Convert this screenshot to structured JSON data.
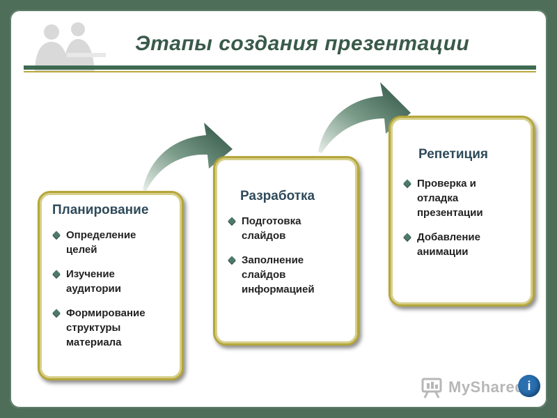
{
  "title": "Этапы создания презентации",
  "colors": {
    "frame": "#4f6e5a",
    "title": "#3a5a4a",
    "card_border": "#b5a63a",
    "arrow": "#2e5a48",
    "bullet": "#4f7a6a"
  },
  "stages": [
    {
      "title": "Планирование",
      "items": [
        "Определение\n целей",
        "Изучение\nаудитории",
        "Формирование\nструктуры\nматериала"
      ]
    },
    {
      "title": "Разработка",
      "items": [
        "Подготовка\n слайдов",
        "Заполнение\nслайдов\nинформацией"
      ]
    },
    {
      "title": "Репетиция",
      "items": [
        "Проверка и\nотладка\nпрезентации",
        "Добавление\nанимации"
      ]
    }
  ],
  "watermark": {
    "text": "MyShared",
    "icon": "myshared-logo-icon",
    "badge_icon": "info-badge-icon"
  }
}
